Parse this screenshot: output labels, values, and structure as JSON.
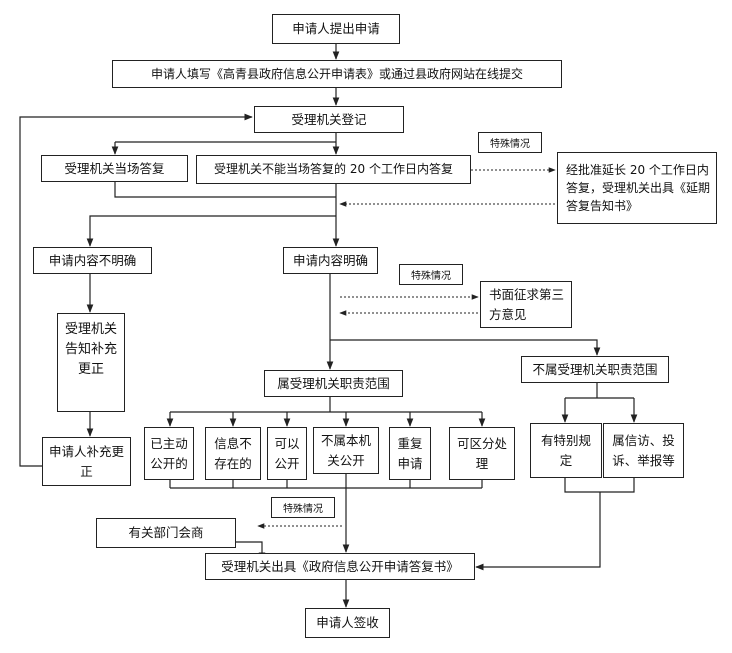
{
  "flowchart": {
    "start": "申请人提出申请",
    "fill_form": "申请人填写《高青县政府信息公开申请表》或通过县政府网站在线提交",
    "register": "受理机关登记",
    "reply_now": "受理机关当场答复",
    "reply_20days": "受理机关不能当场答复的 20 个工作日内答复",
    "special_1": "特殊情况",
    "extension": "经批准延长 20 个工作日内答复，受理机关出具《延期答复告知书》",
    "unclear": "申请内容不明确",
    "clear": "申请内容明确",
    "special_2": "特殊情况",
    "third_party": "书面征求第三方意见",
    "notify_supplement": "受理机关告知补充更正",
    "in_scope": "属受理机关职责范围",
    "out_scope": "不属受理机关职责范围",
    "cat_public": "已主动公开的",
    "cat_nonexist": "信息不存在的",
    "cat_can": "可以公开",
    "cat_not": "不属本机关公开",
    "cat_repeat": "重复申请",
    "cat_split": "可区分处理",
    "applicant_supplement": "申请人补充更正",
    "special_rule": "有特别规定",
    "petition": "属信访、投诉、举报等",
    "special_3": "特殊情况",
    "consult": "有关部门会商",
    "issue_reply": "受理机关出具《政府信息公开申请答复书》",
    "sign": "申请人签收"
  }
}
